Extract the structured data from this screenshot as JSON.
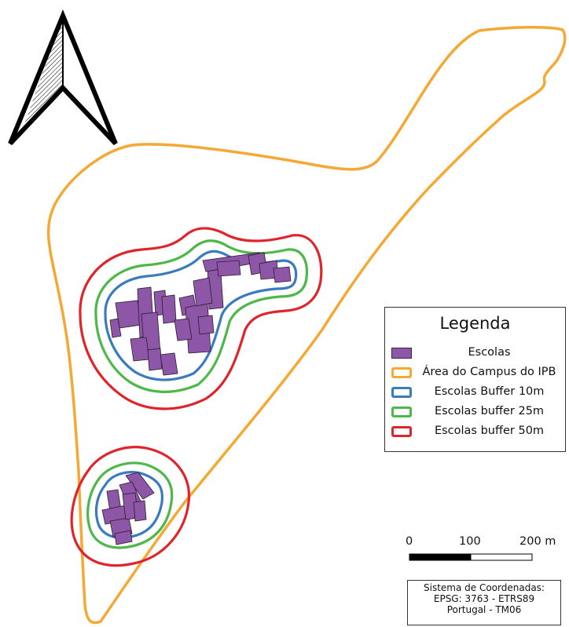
{
  "legend": {
    "title": "Legenda",
    "items": [
      {
        "label": "Escolas",
        "swatch": "fill",
        "color": "#8e56a6"
      },
      {
        "label": "Área do Campus do IPB",
        "swatch": "outline",
        "color": "#f5a833"
      },
      {
        "label": "Escolas Buffer 10m",
        "swatch": "outline",
        "color": "#3a7bbf"
      },
      {
        "label": "Escolas buffer 25m",
        "swatch": "outline",
        "color": "#4cb848"
      },
      {
        "label": "Escolas buffer 50m",
        "swatch": "outline",
        "color": "#e0242b"
      }
    ]
  },
  "scale_bar": {
    "labels": [
      "0",
      "100",
      "200 m"
    ]
  },
  "coordinate_system": {
    "line1": "Sistema de Coordenadas:",
    "line2": "EPSG: 3763 - ETRS89",
    "line3": "Portugal - TM06"
  },
  "colors": {
    "campus": "#f5a833",
    "buffer10": "#3a7bbf",
    "buffer25": "#4cb848",
    "buffer50": "#e0242b",
    "schools": "#8e56a6"
  },
  "icons": {
    "north_arrow": "north-arrow-icon"
  }
}
